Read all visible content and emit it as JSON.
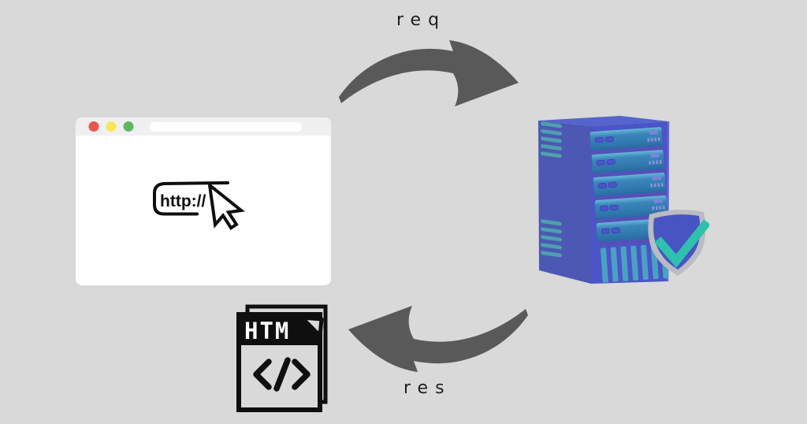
{
  "canvas": {
    "background": "#d9d9d9"
  },
  "flow": {
    "request_label": "req",
    "response_label": "res"
  },
  "browser": {
    "url_badge_text": "http://",
    "traffic_lights": {
      "close": "#e9554e",
      "minimize": "#f7e75a",
      "maximize": "#62b566"
    }
  },
  "file_icon": {
    "title": "HTM",
    "code_glyph": "</>"
  },
  "colors": {
    "arrow": "#595959",
    "label_text": "#1e1e1e",
    "icon_black": "#0f0f0f",
    "server_front": "#4b55c7",
    "server_side": "#4d57b4",
    "server_top": "#5565cd",
    "slot_teal": "#3780b4",
    "slot_divider": "#5750b5",
    "vent_teal": "#509fb2",
    "shield_border": "#babbc3",
    "shield_fill": "#4854c2",
    "shield_check": "#2ec1ac"
  }
}
